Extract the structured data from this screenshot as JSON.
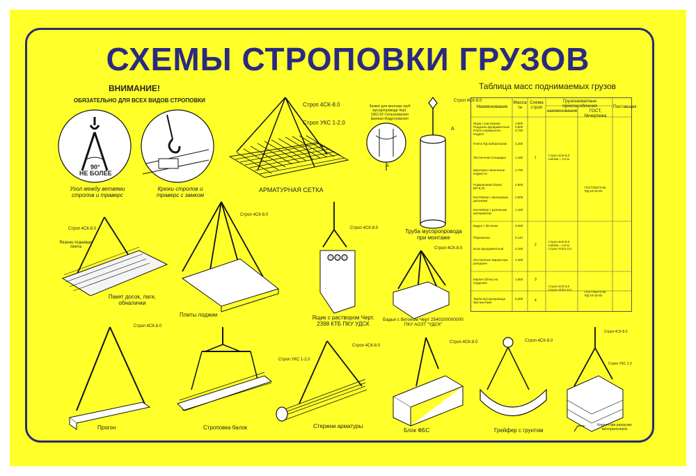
{
  "title": "СХЕМЫ СТРОПОВКИ ГРУЗОВ",
  "attention": {
    "heading": "ВНИМАНИЕ!",
    "subheading": "ОБЯЗАТЕЛЬНО ДЛЯ ВСЕХ ВИДОВ СТРОПОВКИ",
    "angle_top": "90°",
    "angle_bottom": "НЕ БОЛЕЕ",
    "caption1": "Угол между ветвями стропов и траверс",
    "caption2": "Крюки стропов и траверс с замком"
  },
  "schemes": {
    "mesh": {
      "caption": "АРМАТУРНАЯ СЕТКА",
      "sling1": "Строп 4СК-8.0",
      "sling2": "Строп УКС 1-2.0"
    },
    "pipe": {
      "note": "Захват для монтажа труб мусоропровода Черт. 1562-02 Сельхозпроект филиал Индустрпроект",
      "sling": "Строп 4СК-8.0",
      "marker": "А",
      "section": "А",
      "caption": "Труба мусоропровода при монтаже"
    },
    "boards": {
      "sling": "Строп 4СК-8.0",
      "tie": "Резино-тканевая лента",
      "caption": "Пакет досок, лаги, обналички"
    },
    "loggia": {
      "sling": "Строп 4СК-8.0",
      "caption": "Плиты лоджии"
    },
    "mortar_box": {
      "sling": "Строп 4СК-8.0",
      "caption": "Ящик с раствором Черт. 2398 КТБ ПКУ УДСК"
    },
    "concrete_tub": {
      "sling": "Строп 4СК-8.0",
      "caption": "Бадья с бетоном Черт 2540100000000 ПКУ АОЗТ \"УДСК\""
    },
    "purlin": {
      "sling": "Строп 4СК-8.0",
      "caption": "Прогон"
    },
    "beams": {
      "caption": "Строповка балок"
    },
    "rebar": {
      "sling1": "Строп УКС 1-2.0",
      "sling2": "Строп 4СК-8.0",
      "caption": "Стержни арматуры"
    },
    "fbs": {
      "sling": "Строп 4СК-8.0",
      "caption": "Блок ФБС"
    },
    "grab": {
      "sling": "Строп 4СК-8.0",
      "caption": "Грейфер с грунтом"
    },
    "bricks": {
      "sling1": "Строп 4СК-8.0",
      "sling2": "Строп УКС 1-2",
      "caption": "Кирпич при разгрузке автотранспорта"
    }
  },
  "table": {
    "title": "Таблица масс поднимаемых грузов",
    "headers": {
      "name": "Наименование",
      "mass": "Масса тн",
      "scheme": "Схема строп",
      "devices": "Грузозахватные приспособления",
      "dev_name": "наименование",
      "gost": "ГОСТ, №чертежа",
      "supplier": "Поставщик"
    },
    "rows": [
      {
        "name": "Ящик с раствором Поддоны фундаментные Плита перекрытия, поддон",
        "mass": "1,800 0,800 2,790"
      },
      {
        "name": "Плита ПД Забор/ограж",
        "mass": "4,200"
      },
      {
        "name": "Лестничная площадка",
        "mass": "1,180"
      },
      {
        "name": "Шахтерно-панельные подмости",
        "mass": "1,750"
      },
      {
        "name": "Подкрановая балка БП-6,20",
        "mass": "4,800"
      },
      {
        "name": "Контейнер с мелкоразм. деталями",
        "mass": "1,800"
      },
      {
        "name": "Контейнер с рулонным материалом",
        "mass": "1,100"
      },
      {
        "name": "Бадья с бетоном",
        "mass": "3,000"
      },
      {
        "name": "Перемычка",
        "mass": "0,110"
      },
      {
        "name": "Блок фундаментный",
        "mass": "2,160"
      },
      {
        "name": "Лестничные марши при разгрузке",
        "mass": "1,300"
      },
      {
        "name": "Кирпич (блок) на поддонах",
        "mass": "1,800"
      },
      {
        "name": "Труба мусоропровода при монтаже",
        "mass": "0,300"
      }
    ],
    "schemes": [
      "1",
      "2",
      "3",
      "4"
    ],
    "devices": [
      "Строп 4СК-8,0 Lветви = 4,5 м",
      "Строп 4СК-8,0 Lветви = 4,5 м Строп УСК1-2,0",
      "Строп 4СК-8,0 Строп УСК1-2,0"
    ],
    "gost": [
      "ГОСТ25573-82 РД-10-33-93",
      "ГОСТ25573-82 РД-10-33-93"
    ]
  },
  "colors": {
    "background": "#ffff2a",
    "title": "#2a2a80",
    "frame": "#2a2a6e"
  }
}
